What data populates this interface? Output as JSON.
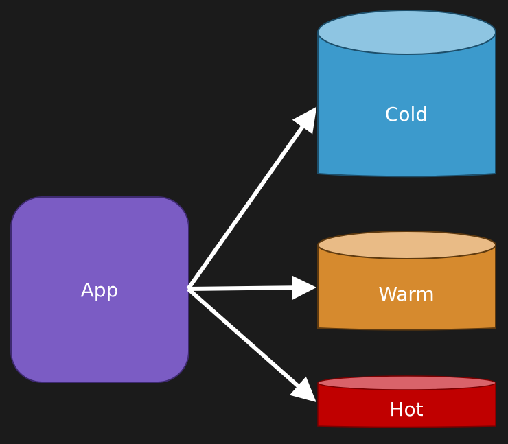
{
  "diagram": {
    "app": {
      "label": "App",
      "fill": "#7b5cc4",
      "stroke": "#3e2a70"
    },
    "stores": [
      {
        "id": "cold",
        "label": "Cold",
        "body": "#3c9acc",
        "top": "#8ec5e2",
        "stroke": "#1d4f6b"
      },
      {
        "id": "warm",
        "label": "Warm",
        "body": "#d68a2e",
        "top": "#e9bb86",
        "stroke": "#5e3a10"
      },
      {
        "id": "hot",
        "label": "Hot",
        "body": "#c00000",
        "top": "#d9636a",
        "stroke": "#7a0000"
      }
    ],
    "arrows": [
      {
        "from": "app",
        "to": "cold"
      },
      {
        "from": "app",
        "to": "warm"
      },
      {
        "from": "app",
        "to": "hot"
      }
    ],
    "arrow_color": "#ffffff",
    "background": "#1b1b1b"
  }
}
